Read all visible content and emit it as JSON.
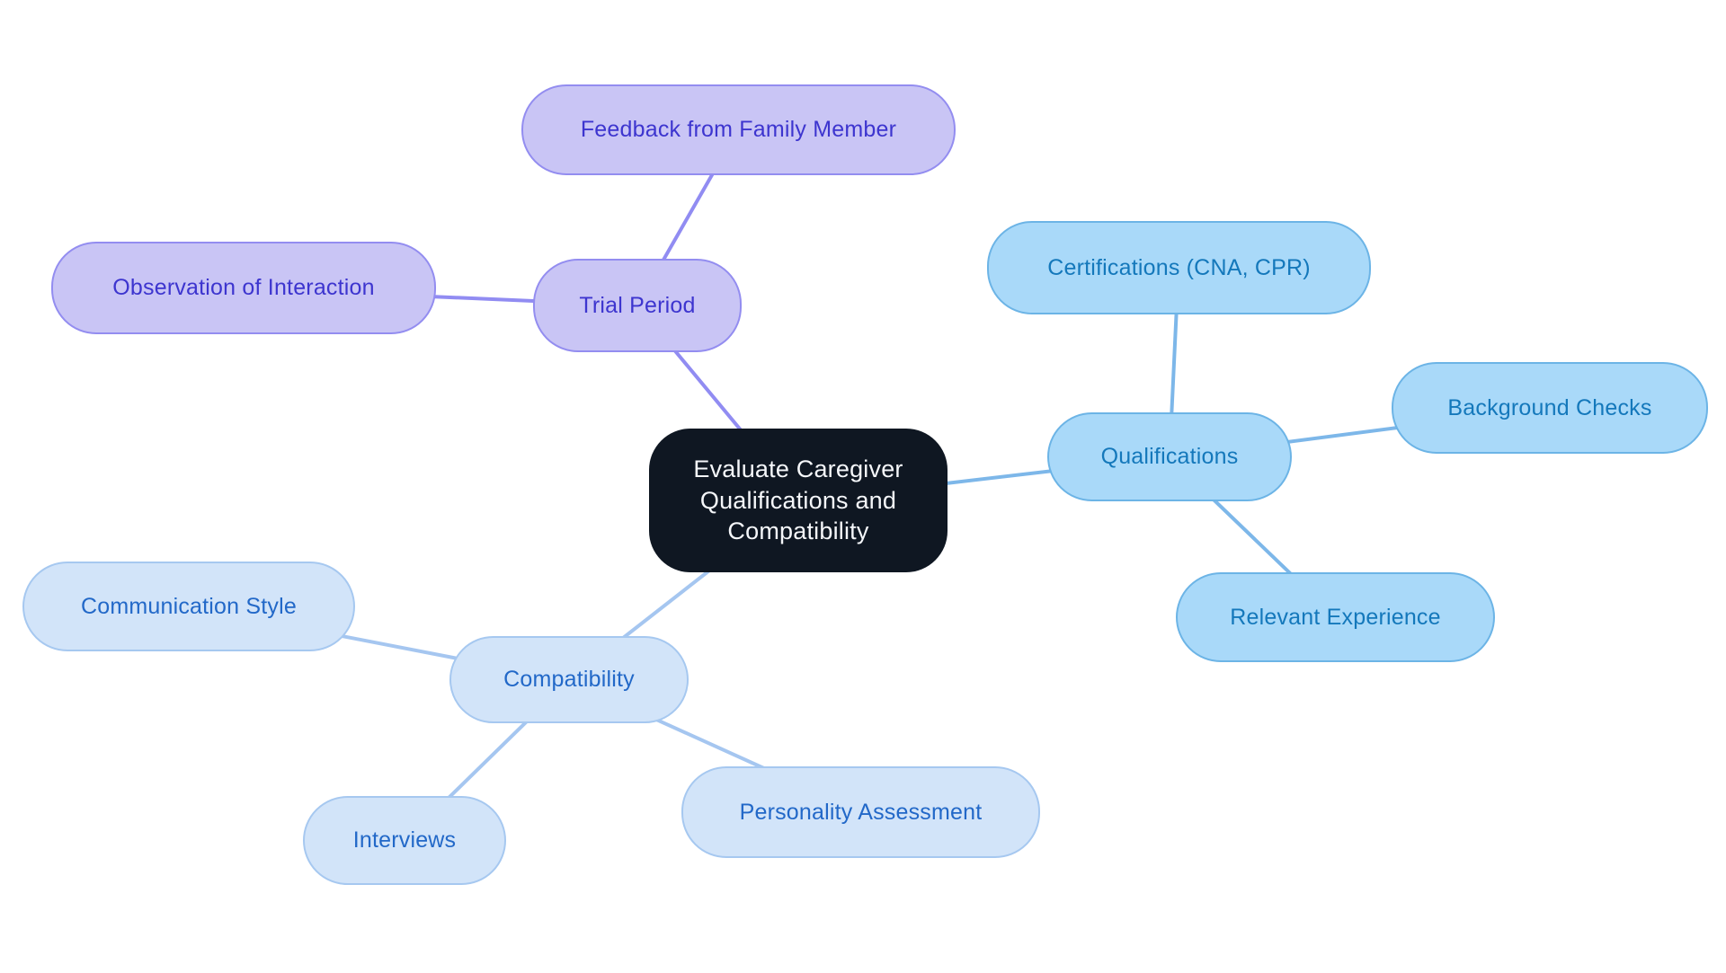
{
  "diagram": {
    "type": "mindmap",
    "central_topic": "Evaluate Caregiver Qualifications and Compatibility"
  },
  "colors": {
    "background": "#ffffff",
    "central": {
      "fill": "#0f1722",
      "text": "#f5f7fa"
    },
    "groups": {
      "purple": {
        "fill": "#c9c5f5",
        "border": "#938df0",
        "text": "#3d35cf",
        "edge": "#918cf2"
      },
      "blue": {
        "fill": "#a9d9f9",
        "border": "#6cb4e6",
        "text": "#1478bb",
        "edge": "#7db7e9"
      },
      "lightblue": {
        "fill": "#d2e4f9",
        "border": "#a6c8f0",
        "text": "#2268c8",
        "edge": "#a5c6f0"
      }
    }
  },
  "nodes": [
    {
      "id": "central",
      "label": "Evaluate Caregiver Qualifications and Compatibility",
      "group": "central",
      "level": 0
    },
    {
      "id": "trial-period",
      "label": "Trial Period",
      "group": "purple",
      "level": 1
    },
    {
      "id": "feedback",
      "label": "Feedback from Family Member",
      "group": "purple",
      "level": 2
    },
    {
      "id": "observation",
      "label": "Observation of Interaction",
      "group": "purple",
      "level": 2
    },
    {
      "id": "qualifications",
      "label": "Qualifications",
      "group": "blue",
      "level": 1
    },
    {
      "id": "certifications",
      "label": "Certifications (CNA, CPR)",
      "group": "blue",
      "level": 2
    },
    {
      "id": "background-checks",
      "label": "Background Checks",
      "group": "blue",
      "level": 2
    },
    {
      "id": "relevant-experience",
      "label": "Relevant Experience",
      "group": "blue",
      "level": 2
    },
    {
      "id": "compatibility",
      "label": "Compatibility",
      "group": "lightblue",
      "level": 1
    },
    {
      "id": "communication-style",
      "label": "Communication Style",
      "group": "lightblue",
      "level": 2
    },
    {
      "id": "interviews",
      "label": "Interviews",
      "group": "lightblue",
      "level": 2
    },
    {
      "id": "personality",
      "label": "Personality Assessment",
      "group": "lightblue",
      "level": 2
    }
  ],
  "edges": [
    {
      "from": "central",
      "to": "trial-period",
      "group": "purple"
    },
    {
      "from": "trial-period",
      "to": "feedback",
      "group": "purple"
    },
    {
      "from": "trial-period",
      "to": "observation",
      "group": "purple"
    },
    {
      "from": "central",
      "to": "qualifications",
      "group": "blue"
    },
    {
      "from": "qualifications",
      "to": "certifications",
      "group": "blue"
    },
    {
      "from": "qualifications",
      "to": "background-checks",
      "group": "blue"
    },
    {
      "from": "qualifications",
      "to": "relevant-experience",
      "group": "blue"
    },
    {
      "from": "central",
      "to": "compatibility",
      "group": "lightblue"
    },
    {
      "from": "compatibility",
      "to": "communication-style",
      "group": "lightblue"
    },
    {
      "from": "compatibility",
      "to": "interviews",
      "group": "lightblue"
    },
    {
      "from": "compatibility",
      "to": "personality",
      "group": "lightblue"
    }
  ]
}
